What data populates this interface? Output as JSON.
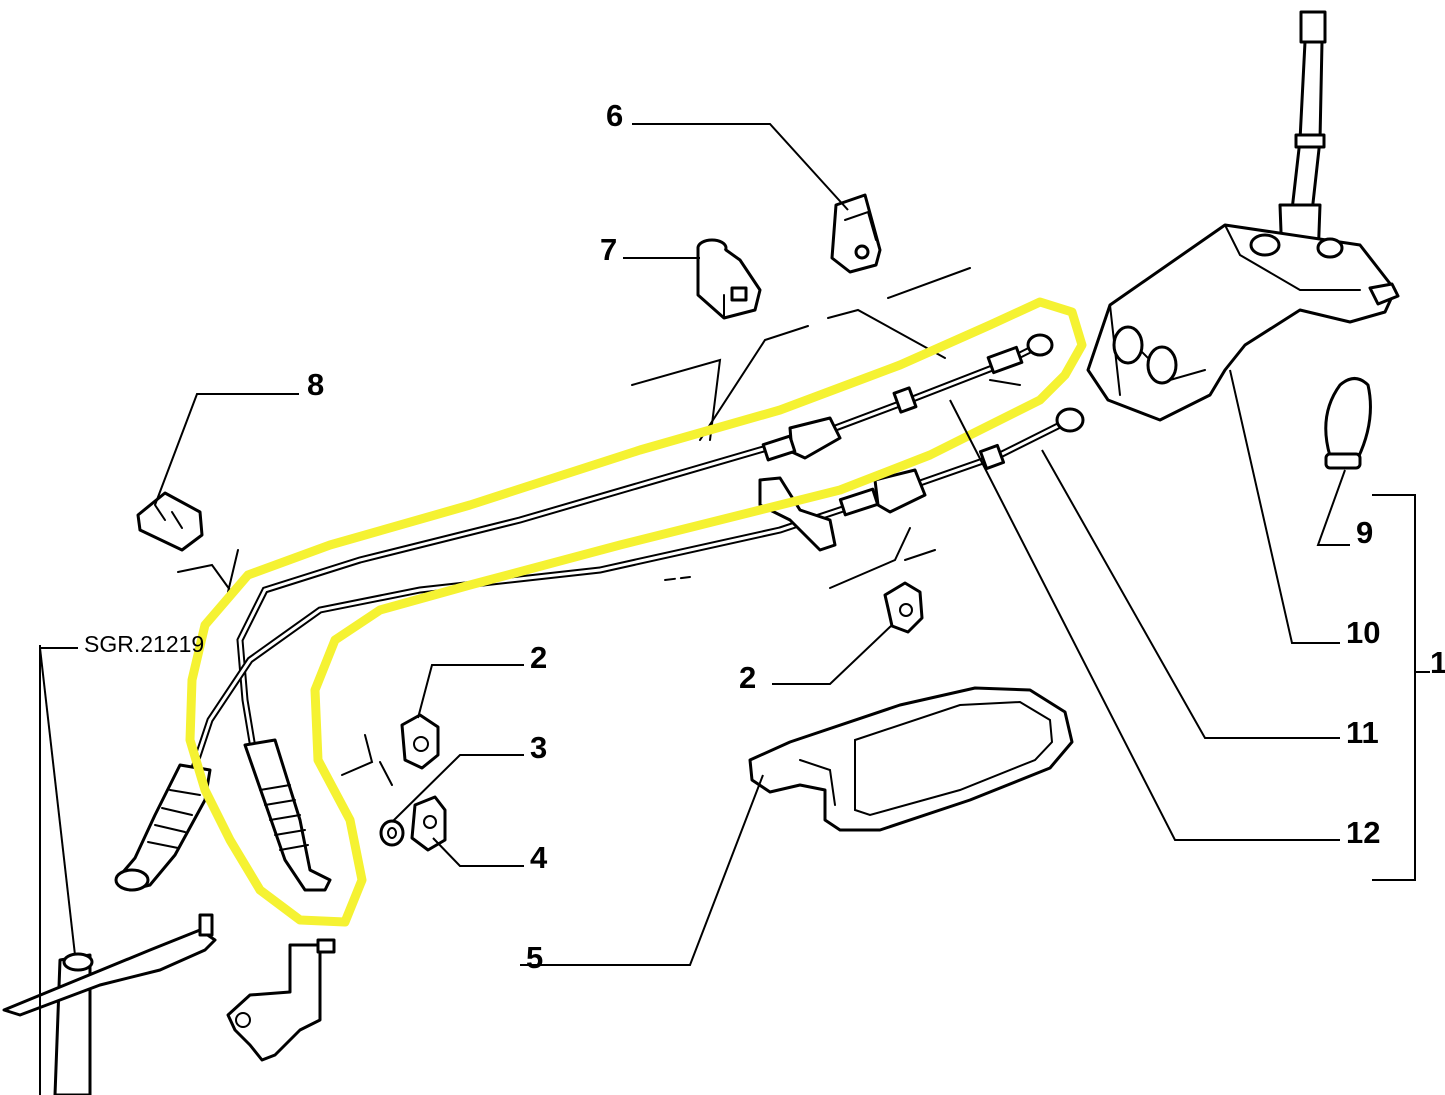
{
  "diagram": {
    "reference_code": "SGR.21219",
    "highlight_color": "#f5f232",
    "callouts": [
      {
        "id": "c1",
        "label": "1"
      },
      {
        "id": "c2a",
        "label": "2"
      },
      {
        "id": "c2b",
        "label": "2"
      },
      {
        "id": "c3",
        "label": "3"
      },
      {
        "id": "c4",
        "label": "4"
      },
      {
        "id": "c5",
        "label": "5"
      },
      {
        "id": "c6",
        "label": "6"
      },
      {
        "id": "c7",
        "label": "7"
      },
      {
        "id": "c8",
        "label": "8"
      },
      {
        "id": "c9",
        "label": "9"
      },
      {
        "id": "c10",
        "label": "10"
      },
      {
        "id": "c11",
        "label": "11"
      },
      {
        "id": "c12",
        "label": "12"
      }
    ]
  }
}
